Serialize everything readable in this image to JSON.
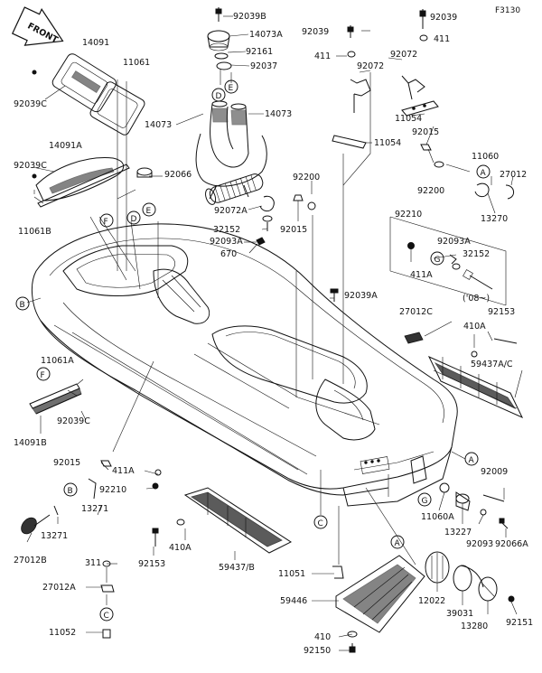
{
  "figure_code": "F3130",
  "front_arrow_label": "FRONT",
  "year_note": "('08~)",
  "part_numbers": {
    "p92039B": "92039B",
    "p14073A": "14073A",
    "p92161": "92161",
    "p92037": "92037",
    "p14073_a": "14073",
    "p14073_b": "14073",
    "p92072A": "92072A",
    "p92039_top": "92039",
    "p411_top": "411",
    "p92039_mid": "92039",
    "p411_mid": "411",
    "p92072_a": "92072",
    "p92072_b": "92072",
    "p11054_a": "11054",
    "p11054_b": "11054",
    "p92015_r": "92015",
    "p11060": "11060",
    "p27012": "27012",
    "p92200_r": "92200",
    "p13270": "13270",
    "p14091": "14091",
    "p11061_t": "11061",
    "p92039C_t": "92039C",
    "p14091A": "14091A",
    "p92039C_m": "92039C",
    "p92066": "92066",
    "p11061B": "11061B",
    "p92200_c": "92200",
    "p32152_c": "32152",
    "p92015_c": "92015",
    "p92093A_c": "92093A",
    "p670": "670",
    "p92210_r": "92210",
    "p92093A_r": "92093A",
    "p411A_r": "411A",
    "p32152_r": "32152",
    "p92039A": "92039A",
    "p92153_r": "92153",
    "p27012C": "27012C",
    "p410A_r": "410A",
    "p59437AC": "59437A/C",
    "p11061A": "11061A",
    "p92039C_l": "92039C",
    "p14091B": "14091B",
    "p92015_l": "92015",
    "p411A_l": "411A",
    "p92210_l": "92210",
    "p13271_a": "13271",
    "p13271_b": "13271",
    "p27012B": "27012B",
    "p92153_l": "92153",
    "p410A_l": "410A",
    "p59437B": "59437/B",
    "p311": "311",
    "p27012A": "27012A",
    "p11052": "11052",
    "p92009": "92009",
    "p11060A": "11060A",
    "p13227": "13227",
    "p92093": "92093",
    "p92066A": "92066A",
    "p11051": "11051",
    "p59446": "59446",
    "p12022": "12022",
    "p39031": "39031",
    "p13280": "13280",
    "p92151": "92151",
    "p410_b": "410",
    "p92150": "92150"
  },
  "callouts": {
    "A": "A",
    "B": "B",
    "C": "C",
    "D": "D",
    "E": "E",
    "F": "F",
    "G": "G"
  }
}
